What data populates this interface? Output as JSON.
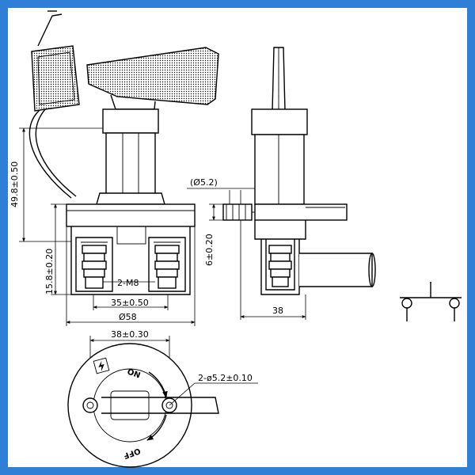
{
  "dimensions": {
    "height_total": "49.8±0.50",
    "height_base": "15.8±0.20",
    "thread": "2-M8",
    "spacing": "35±0.50",
    "base_dia": "Ø58",
    "hole_dia": "(Ø5.2)",
    "mount_thickness": "6±0.20",
    "side_width": "38",
    "top_spacing": "38±0.30",
    "mount_holes": "2-ø5.2±0.10"
  },
  "labels": {
    "on": "ON",
    "off": "OFF"
  },
  "colors": {
    "frame": "#2f7fd6",
    "ink": "#000000",
    "paper": "#ffffff"
  }
}
